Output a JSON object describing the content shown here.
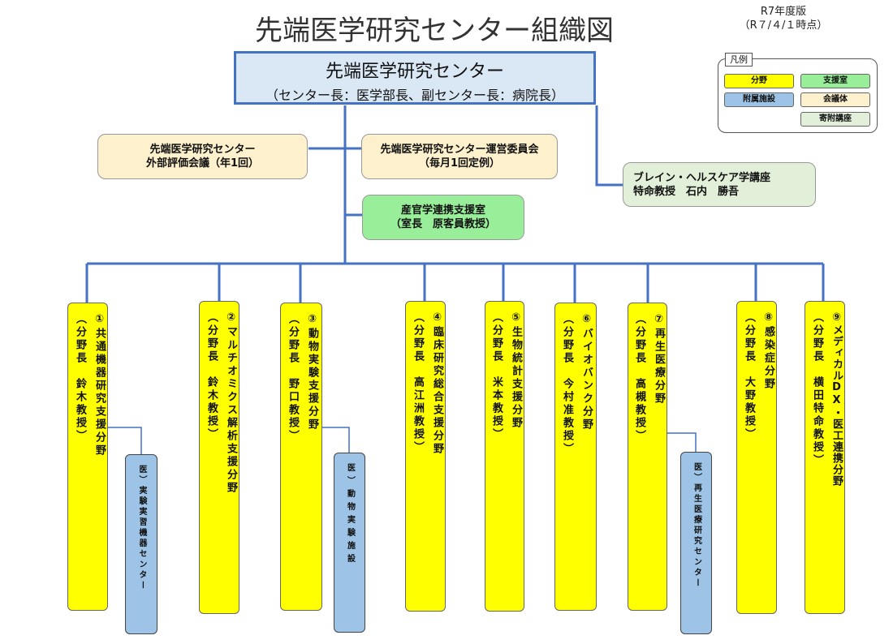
{
  "title": "先端医学研究センター組織図",
  "edition": {
    "line1": "R7年度版",
    "line2": "（R７/４/１時点）"
  },
  "legend": {
    "title": "凡例",
    "field": "分野",
    "support_office": "支援室",
    "affiliated_facility": "附属施設",
    "council": "会議体",
    "endowed_chair": "寄附講座"
  },
  "center": {
    "name": "先端医学研究センター",
    "heads": "（センター長：医学部長、副センター長：病院長）"
  },
  "external_review": {
    "line1": "先端医学研究センター",
    "line2": "外部評価会議（年1回）"
  },
  "steering_committee": {
    "line1": "先端医学研究センター運営委員会",
    "line2": "（毎月1回定例）"
  },
  "industry_office": {
    "line1": "産官学連携支援室",
    "line2": "（室長　原客員教授）"
  },
  "brain_chair": {
    "line1": "ブレイン・ヘルスケア学講座",
    "line2": "特命教授　石内　勝吾"
  },
  "fields": [
    {
      "name": "①共通機器研究支援分野",
      "head": "（分野長　鈴木教授）"
    },
    {
      "name": "②マルチオミクス解析支援分野",
      "head": "（分野長　鈴木教授）"
    },
    {
      "name": "③動物実験支援分野",
      "head": "（分野長　野口教授）"
    },
    {
      "name": "④臨床研究総合支援分野",
      "head": "（分野長　高江洲教授）"
    },
    {
      "name": "⑤生物統計支援分野",
      "head": "（分野長　米本教授）"
    },
    {
      "name": "⑥バイオバンク分野",
      "head": "（分野長　今村准教授）"
    },
    {
      "name": "⑦再生医療分野",
      "head": "（分野長　高槻教授）"
    },
    {
      "name": "⑧感染症分野",
      "head": "（分野長　大野教授）"
    },
    {
      "name": "⑨メディカルDX・医工連携分野",
      "head": "（分野長　横田特命教授）"
    }
  ],
  "facilities": [
    {
      "name": "医）実験実習機器センター"
    },
    {
      "name": "医）動物実験施設"
    },
    {
      "name": "医）再生医療研究センター"
    }
  ],
  "colors": {
    "field": "#ffff00",
    "support_office": "#99ee99",
    "affiliated_facility": "#9dc3e6",
    "council": "#fdf0cc",
    "endowed_chair": "#e2f0d9",
    "center": "#dae8f5",
    "connector": "#4472c4"
  }
}
